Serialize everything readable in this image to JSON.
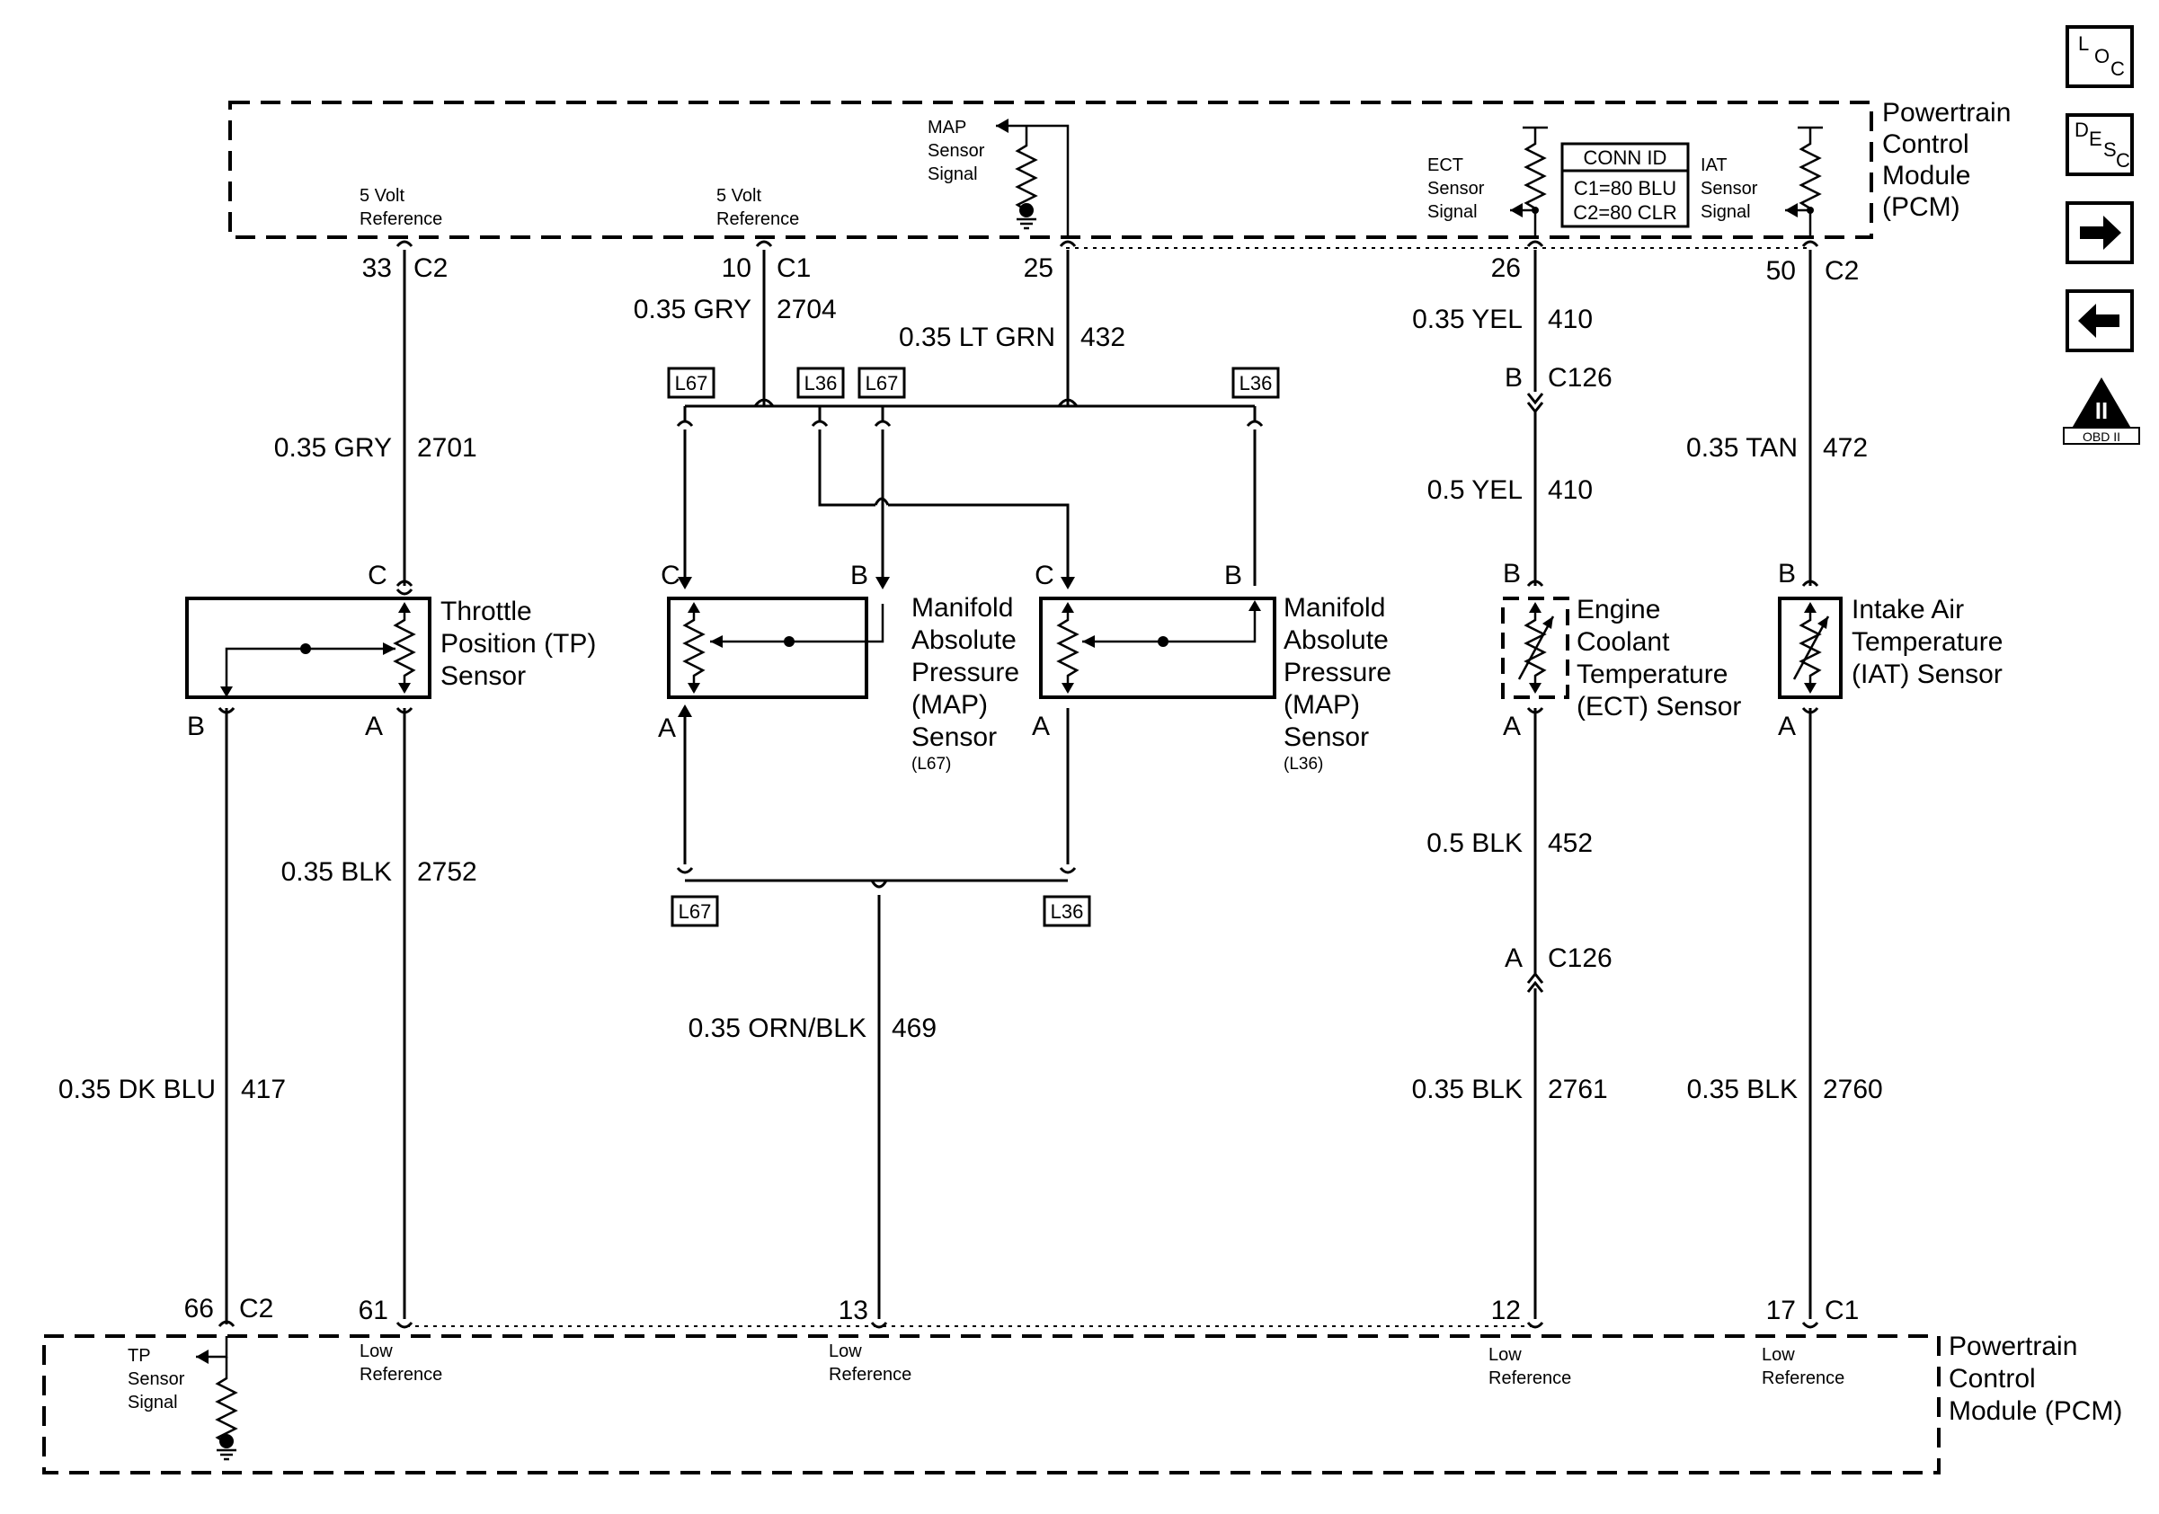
{
  "pcm": {
    "top_label": [
      "Powertrain",
      "Control",
      "Module",
      "(PCM)"
    ],
    "bottom_label": [
      "Powertrain",
      "Control",
      "Module (PCM)"
    ],
    "five_volt_ref": [
      "5 Volt",
      "Reference"
    ],
    "low_ref": [
      "Low",
      "Reference"
    ],
    "map_signal": [
      "MAP",
      "Sensor",
      "Signal"
    ],
    "ect_signal": [
      "ECT",
      "Sensor",
      "Signal"
    ],
    "iat_signal": [
      "IAT",
      "Sensor",
      "Signal"
    ],
    "tp_signal": [
      "TP",
      "Sensor",
      "Signal"
    ],
    "conn_id": {
      "title": "CONN ID",
      "c1": "C1=80 BLU",
      "c2": "C2=80 CLR"
    }
  },
  "pins": {
    "p33": "33",
    "p10": "10",
    "p25": "25",
    "p26": "26",
    "p50": "50",
    "p66": "66",
    "p61": "61",
    "p13": "13",
    "p12": "12",
    "p17": "17",
    "c1": "C1",
    "c2": "C2"
  },
  "wires": {
    "w2701": {
      "size": "0.35 GRY",
      "circuit": "2701"
    },
    "w2704": {
      "size": "0.35 GRY",
      "circuit": "2704"
    },
    "w432": {
      "size": "0.35 LT GRN",
      "circuit": "432"
    },
    "w410a": {
      "size": "0.35 YEL",
      "circuit": "410"
    },
    "w410b": {
      "size": "0.5 YEL",
      "circuit": "410"
    },
    "w472": {
      "size": "0.35 TAN",
      "circuit": "472"
    },
    "w2752": {
      "size": "0.35 BLK",
      "circuit": "2752"
    },
    "w417": {
      "size": "0.35 DK BLU",
      "circuit": "417"
    },
    "w469": {
      "size": "0.35 ORN/BLK",
      "circuit": "469"
    },
    "w452": {
      "size": "0.5 BLK",
      "circuit": "452"
    },
    "w2761": {
      "size": "0.35 BLK",
      "circuit": "2761"
    },
    "w2760": {
      "size": "0.35 BLK",
      "circuit": "2760"
    }
  },
  "options": {
    "l67": "L67",
    "l36": "L36"
  },
  "connector": {
    "c126": "C126"
  },
  "terminals": {
    "a": "A",
    "b": "B",
    "c": "C"
  },
  "components": {
    "tp": [
      "Throttle",
      "Position (TP)",
      "Sensor"
    ],
    "map": [
      "Manifold",
      "Absolute",
      "Pressure",
      "(MAP)",
      "Sensor"
    ],
    "map_l67_note": "(L67)",
    "map_l36_note": "(L36)",
    "ect": [
      "Engine",
      "Coolant",
      "Temperature",
      "(ECT) Sensor"
    ],
    "iat": [
      "Intake Air",
      "Temperature",
      "(IAT) Sensor"
    ]
  },
  "nav": {
    "loc": [
      "L",
      "O",
      "C"
    ],
    "desc": [
      "D",
      "E",
      "S",
      "C"
    ],
    "obd": "OBD II",
    "obd_numeral": "II"
  }
}
